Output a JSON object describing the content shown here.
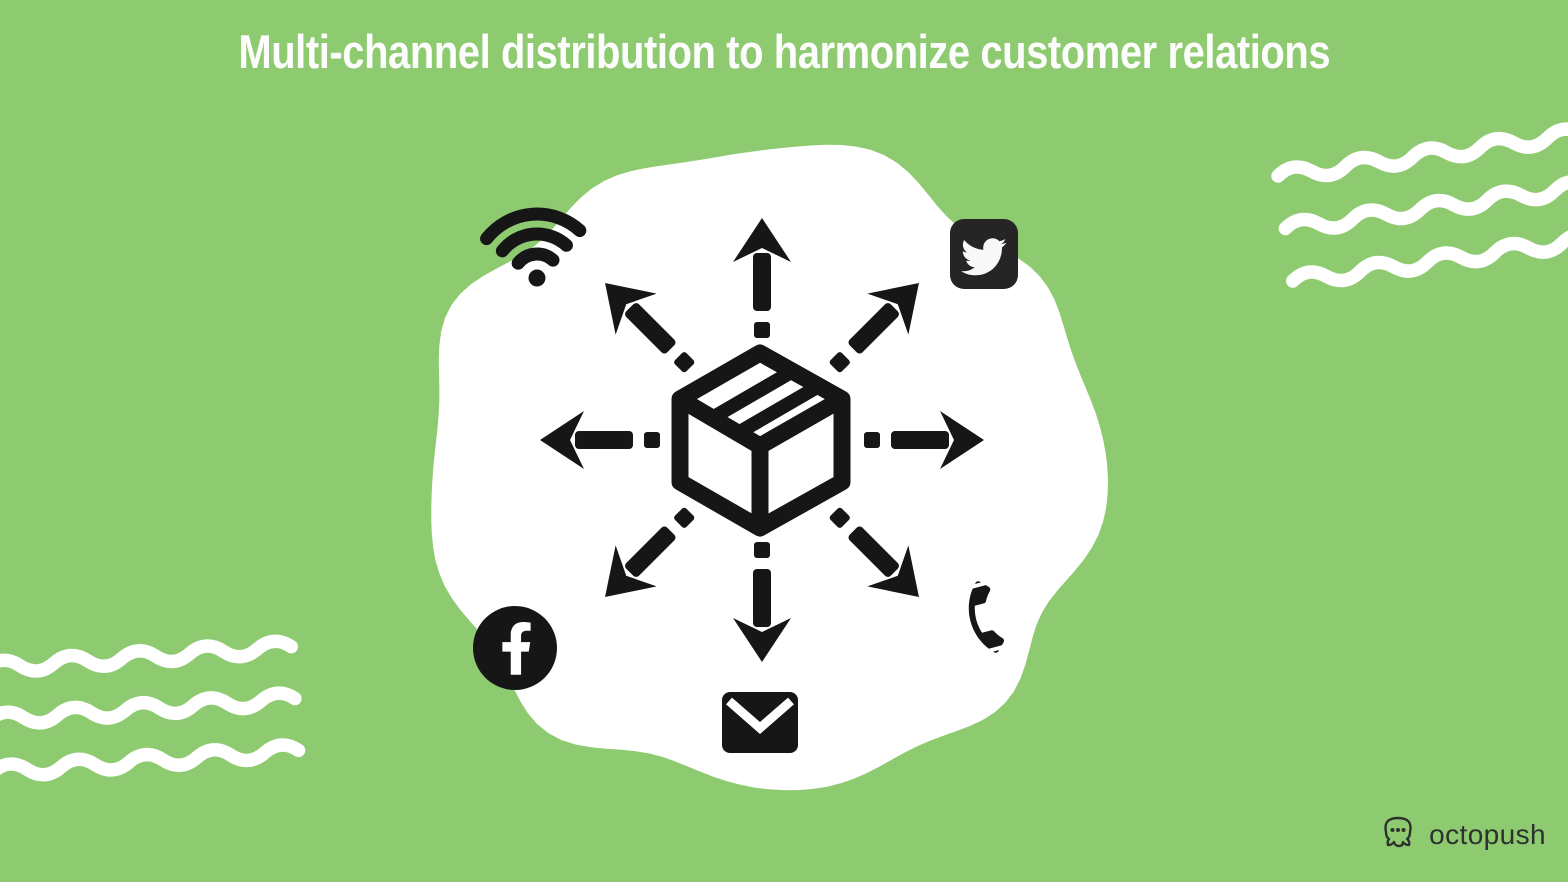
{
  "title": "Multi-channel distribution to harmonize customer relations",
  "brand": {
    "name": "octopush"
  },
  "colors": {
    "background": "#8ECB70",
    "ink": "#161616",
    "surface": "#FFFFFF",
    "twitter_tile": "#252525"
  },
  "diagram": {
    "center_icon": "package-icon",
    "arrow_count": 8,
    "channel_icons": [
      "wifi-icon",
      "twitter-icon",
      "facebook-icon",
      "phone-icon",
      "email-icon"
    ]
  }
}
